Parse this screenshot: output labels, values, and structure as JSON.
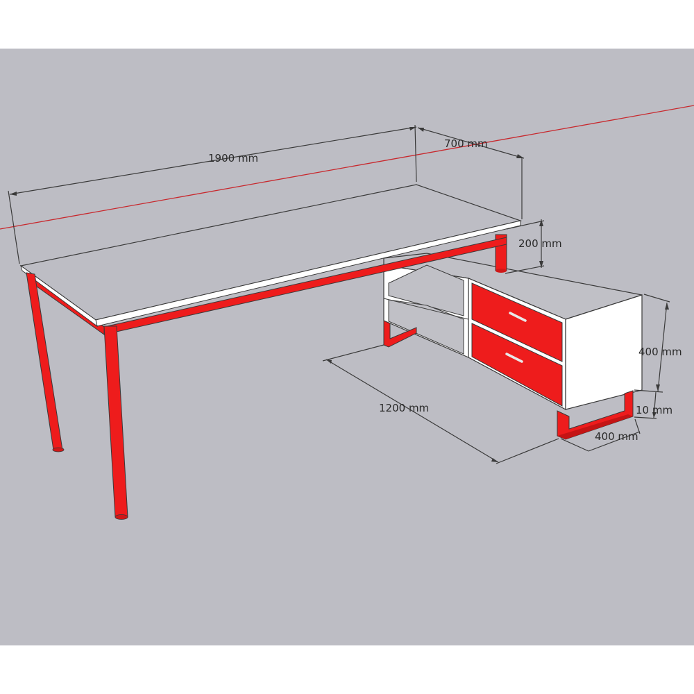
{
  "dimensions": {
    "desk_length": "1900 mm",
    "desk_depth": "700 mm",
    "cabinet_gap": "200 mm",
    "cabinet_length": "1200 mm",
    "cabinet_height": "400 mm",
    "frame_height": "10 mm",
    "cabinet_depth": "400 mm"
  },
  "colors": {
    "background": "#bdbdc4",
    "frame_red": "#ee1c1c",
    "desktop_top": "#bdbdc4",
    "edge_white": "#ffffff",
    "guide_line": "#c8282d",
    "dimension_line": "#3a3a3a"
  }
}
